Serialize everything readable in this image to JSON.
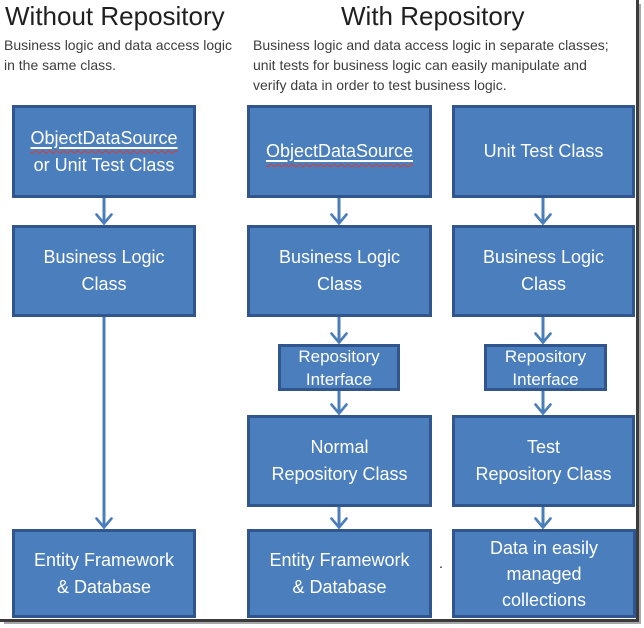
{
  "titles": {
    "left": "Without Repository",
    "right": "With Repository"
  },
  "descriptions": {
    "left_lines": [
      "Business logic and data access logic",
      "in the same class."
    ],
    "right_lines": [
      "Business logic and data access logic in separate classes;",
      "unit tests for business logic can easily manipulate and",
      "verify data in order to test business logic."
    ]
  },
  "without_column": {
    "datasource_box": {
      "line1": "ObjectDataSource",
      "line2": "or Unit Test Class"
    },
    "business_box": {
      "line1": "Business Logic",
      "line2": "Class"
    },
    "entity_box": {
      "line1": "Entity Framework",
      "line2": "& Database"
    }
  },
  "normal_column": {
    "datasource_box": {
      "line1": "ObjectDataSource"
    },
    "business_box": {
      "line1": "Business Logic",
      "line2": "Class"
    },
    "interface_box": {
      "line1": "Repository",
      "line2": "Interface"
    },
    "repository_box": {
      "line1": "Normal",
      "line2": "Repository Class"
    },
    "entity_box": {
      "line1": "Entity Framework",
      "line2": "& Database"
    }
  },
  "test_column": {
    "unittest_box": {
      "line1": "Unit Test Class"
    },
    "business_box": {
      "line1": "Business Logic",
      "line2": "Class"
    },
    "interface_box": {
      "line1": "Repository",
      "line2": "Interface"
    },
    "repository_box": {
      "line1": "Test",
      "line2": "Repository Class"
    },
    "data_box": {
      "line1": "Data in easily",
      "line2": "managed",
      "line3": "collections"
    }
  },
  "artifacts": {
    "stray_dot": "."
  },
  "colors": {
    "box_fill": "#4b7ebc",
    "box_border": "#30568d",
    "arrow": "#4a7ebb",
    "heading_text": "#1f1f1f",
    "body_text": "#3d3d3d",
    "box_text": "#ffffff",
    "spellcheck_underline": "#e03a2e",
    "frame_dark": "#3b3b3b",
    "frame_shadow": "#a8a8a8"
  }
}
